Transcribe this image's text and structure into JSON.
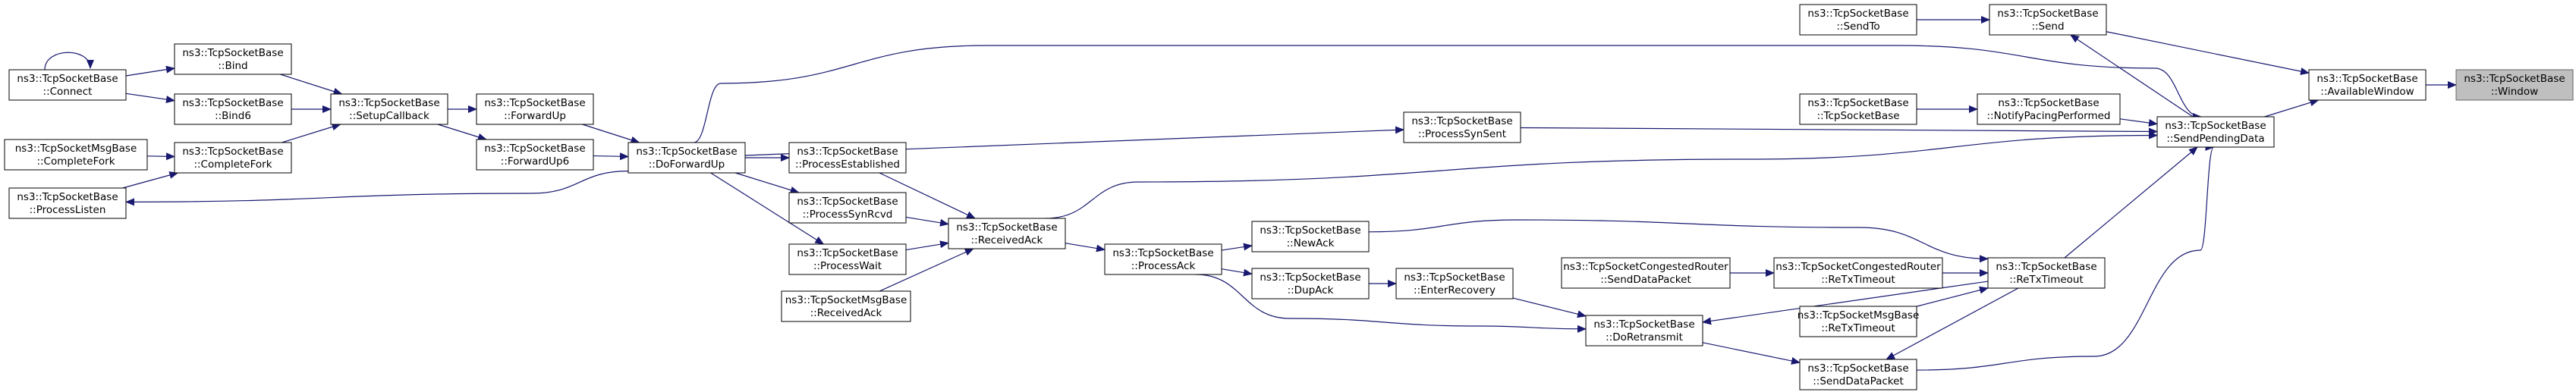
{
  "graph": {
    "root_color": "#bfbfbf",
    "edge_color": "#191970",
    "nodes": [
      {
        "id": "window",
        "line1": "ns3::TcpSocketBase",
        "line2": "::Window",
        "root": true
      },
      {
        "id": "availablewindow",
        "line1": "ns3::TcpSocketBase",
        "line2": "::AvailableWindow"
      },
      {
        "id": "send",
        "line1": "ns3::TcpSocketBase",
        "line2": "::Send"
      },
      {
        "id": "sendto",
        "line1": "ns3::TcpSocketBase",
        "line2": "::SendTo"
      },
      {
        "id": "sendpendingdata",
        "line1": "ns3::TcpSocketBase",
        "line2": "::SendPendingData"
      },
      {
        "id": "tcpsocketbase",
        "line1": "ns3::TcpSocketBase",
        "line2": "::TcpSocketBase"
      },
      {
        "id": "notifypacing",
        "line1": "ns3::TcpSocketBase",
        "line2": "::NotifyPacingPerformed"
      },
      {
        "id": "processsynsent",
        "line1": "ns3::TcpSocketBase",
        "line2": "::ProcessSynSent"
      },
      {
        "id": "doforwardup",
        "line1": "ns3::TcpSocketBase",
        "line2": "::DoForwardUp"
      },
      {
        "id": "forwardup",
        "line1": "ns3::TcpSocketBase",
        "line2": "::ForwardUp"
      },
      {
        "id": "forwardup6",
        "line1": "ns3::TcpSocketBase",
        "line2": "::ForwardUp6"
      },
      {
        "id": "setupcallback",
        "line1": "ns3::TcpSocketBase",
        "line2": "::SetupCallback"
      },
      {
        "id": "bind",
        "line1": "ns3::TcpSocketBase",
        "line2": "::Bind"
      },
      {
        "id": "bind6",
        "line1": "ns3::TcpSocketBase",
        "line2": "::Bind6"
      },
      {
        "id": "connect",
        "line1": "ns3::TcpSocketBase",
        "line2": "::Connect"
      },
      {
        "id": "completefork",
        "line1": "ns3::TcpSocketBase",
        "line2": "::CompleteFork"
      },
      {
        "id": "msgcompletefork",
        "line1": "ns3::TcpSocketMsgBase",
        "line2": "::CompleteFork"
      },
      {
        "id": "processlisten",
        "line1": "ns3::TcpSocketBase",
        "line2": "::ProcessListen"
      },
      {
        "id": "processestablished",
        "line1": "ns3::TcpSocketBase",
        "line2": "::ProcessEstablished"
      },
      {
        "id": "processsynrcvd",
        "line1": "ns3::TcpSocketBase",
        "line2": "::ProcessSynRcvd"
      },
      {
        "id": "processwait",
        "line1": "ns3::TcpSocketBase",
        "line2": "::ProcessWait"
      },
      {
        "id": "msgreceivedack",
        "line1": "ns3::TcpSocketMsgBase",
        "line2": "::ReceivedAck"
      },
      {
        "id": "receivedack",
        "line1": "ns3::TcpSocketBase",
        "line2": "::ReceivedAck"
      },
      {
        "id": "processack",
        "line1": "ns3::TcpSocketBase",
        "line2": "::ProcessAck"
      },
      {
        "id": "newack",
        "line1": "ns3::TcpSocketBase",
        "line2": "::NewAck"
      },
      {
        "id": "dupack",
        "line1": "ns3::TcpSocketBase",
        "line2": "::DupAck"
      },
      {
        "id": "enterrecovery",
        "line1": "ns3::TcpSocketBase",
        "line2": "::EnterRecovery"
      },
      {
        "id": "doretransmit",
        "line1": "ns3::TcpSocketBase",
        "line2": "::DoRetransmit"
      },
      {
        "id": "senddatapacket",
        "line1": "ns3::TcpSocketBase",
        "line2": "::SendDataPacket"
      },
      {
        "id": "rtxtimeout",
        "line1": "ns3::TcpSocketBase",
        "line2": "::ReTxTimeout"
      },
      {
        "id": "cr_rtxtimeout",
        "line1": "ns3::TcpSocketCongestedRouter",
        "line2": "::ReTxTimeout"
      },
      {
        "id": "cr_senddatapacket",
        "line1": "ns3::TcpSocketCongestedRouter",
        "line2": "::SendDataPacket",
        "single": true
      },
      {
        "id": "msg_rtxtimeout",
        "line1": "ns3::TcpSocketMsgBase",
        "line2": "::ReTxTimeout"
      }
    ]
  }
}
